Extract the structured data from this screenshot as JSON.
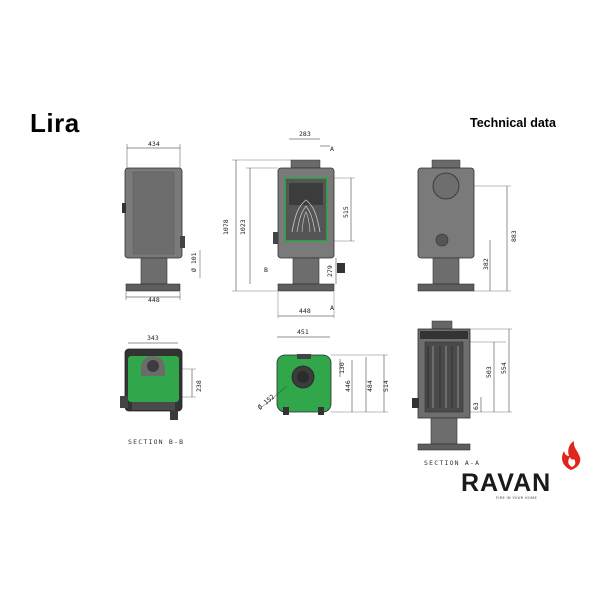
{
  "title": "Lira",
  "subtitle": "Technical data",
  "front_view": {
    "width": "434",
    "base_width": "448"
  },
  "side_view": {
    "top_dim": "283",
    "height_total": "1078",
    "height_body": "1023",
    "door_height": "515",
    "base_height": "279",
    "base_width": "448",
    "section_marker": "A",
    "b_marker": "B",
    "pipe_diameter": "Ø 101"
  },
  "back_view": {
    "height_inlet": "883",
    "height_lower": "382"
  },
  "top_view_b": {
    "width": "343",
    "side": "238",
    "label": "SECTION B-B"
  },
  "top_view": {
    "width": "451",
    "d1": "130",
    "d2": "446",
    "d3": "484",
    "d4": "514",
    "flue": "Ø 152"
  },
  "section_a": {
    "h1": "503",
    "h2": "554",
    "h3": "63",
    "label": "SECTION A-A"
  },
  "brand": {
    "name": "RAVAN",
    "tagline": "FIRE IN YOUR HOME",
    "flame_color": "#e0261b"
  },
  "colors": {
    "accent_green": "#31a64a",
    "body_gray": "#7a7a7a",
    "dark_gray": "#3c3c3c"
  }
}
